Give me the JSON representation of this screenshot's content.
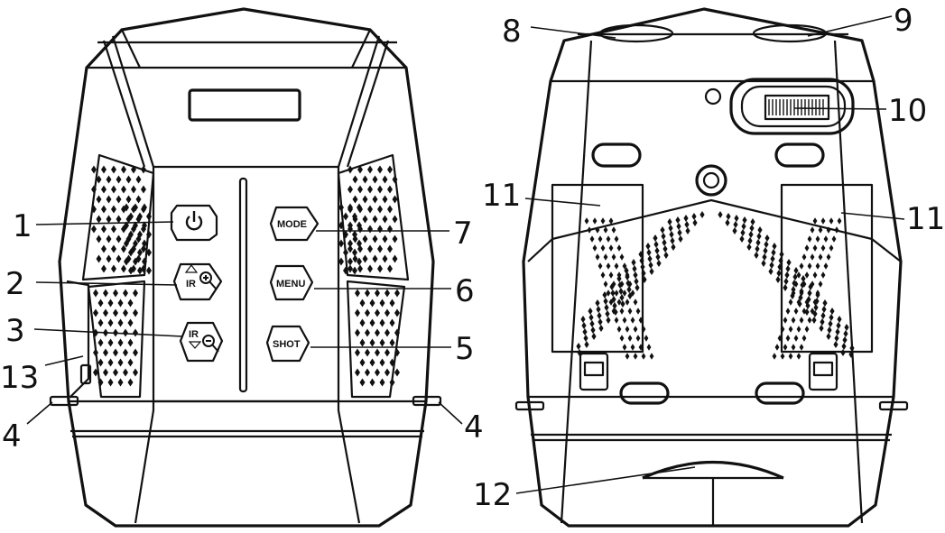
{
  "callouts": {
    "c1": "1",
    "c2": "2",
    "c3": "3",
    "c4a": "4",
    "c4b": "4",
    "c5": "5",
    "c6": "6",
    "c7": "7",
    "c8": "8",
    "c9": "9",
    "c10": "10",
    "c11a": "11",
    "c11b": "11",
    "c12": "12",
    "c13": "13"
  },
  "buttons": {
    "mode": "MODE",
    "menu": "MENU",
    "shot": "SHOT",
    "ir_up": "IR",
    "ir_down": "IR"
  },
  "icons": {
    "power": "power-icon",
    "zoom_in": "zoom-in-icon",
    "zoom_out": "zoom-out-icon"
  },
  "colors": {
    "line": "#111111",
    "background": "#ffffff"
  }
}
